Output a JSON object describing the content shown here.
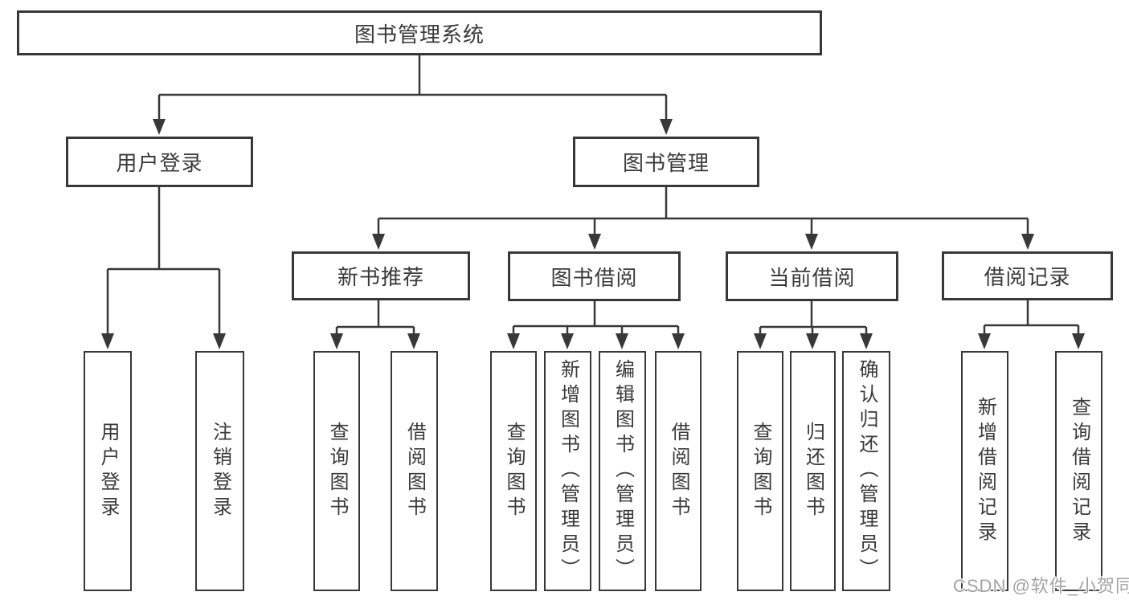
{
  "tree": {
    "root": {
      "label": "图书管理系统"
    },
    "branches": [
      {
        "label": "用户登录",
        "children": [
          {
            "label": "用户登录"
          },
          {
            "label": "注销登录"
          }
        ]
      },
      {
        "label": "图书管理",
        "children": [
          {
            "label": "新书推荐",
            "children": [
              {
                "label": "查询图书"
              },
              {
                "label": "借阅图书"
              }
            ]
          },
          {
            "label": "图书借阅",
            "children": [
              {
                "label": "查询图书"
              },
              {
                "label": "新增图书（管理员）"
              },
              {
                "label": "编辑图书（管理员）"
              },
              {
                "label": "借阅图书"
              }
            ]
          },
          {
            "label": "当前借阅",
            "children": [
              {
                "label": "查询图书"
              },
              {
                "label": "归还图书"
              },
              {
                "label": "确认归还（管理员）"
              }
            ]
          },
          {
            "label": "借阅记录",
            "children": [
              {
                "label": "新增借阅记录"
              },
              {
                "label": "查询借阅记录"
              }
            ]
          }
        ]
      }
    ]
  },
  "watermark": {
    "text": "CSDN @软件_小贺同学"
  },
  "colors": {
    "line": "#383838",
    "box_border": "#383838",
    "text": "#3a3a3a",
    "background": "#ffffff",
    "watermark": "#a3a3a3"
  }
}
